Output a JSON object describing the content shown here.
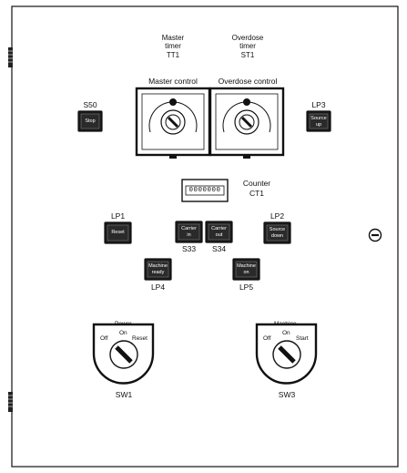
{
  "timers": {
    "master": {
      "name": "Master\ntimer",
      "id": "TT1",
      "label": "Master control"
    },
    "overdose": {
      "name": "Overdose\ntimer",
      "id": "ST1",
      "label": "Overdose control"
    }
  },
  "counter": {
    "name": "Counter",
    "id": "CT1",
    "digits": "0000000"
  },
  "buttons": {
    "s50": {
      "ref": "S50",
      "caption": "Stop"
    },
    "lp3": {
      "ref": "LP3",
      "caption": "Source\nup"
    },
    "lp1": {
      "ref": "LP1",
      "caption": "Reset"
    },
    "lp2": {
      "ref": "LP2",
      "caption": "Source\ndown"
    },
    "s33": {
      "ref": "S33",
      "caption": "Carrier\nin"
    },
    "s34": {
      "ref": "S34",
      "caption": "Carrier\nout"
    },
    "lp4": {
      "ref": "LP4",
      "caption": "Machine\nready"
    },
    "lp5": {
      "ref": "LP5",
      "caption": "Machine\non"
    }
  },
  "switches": {
    "sw1": {
      "ref": "SW1",
      "title": "Power",
      "left": "Off",
      "middle": "On",
      "right": "Reset"
    },
    "sw3": {
      "ref": "SW3",
      "title": "Machine",
      "left": "Off",
      "middle": "On",
      "right": "Start"
    }
  },
  "colors": {
    "line": "#111111",
    "button_fill": "#1a1a1a",
    "background": "#ffffff"
  }
}
